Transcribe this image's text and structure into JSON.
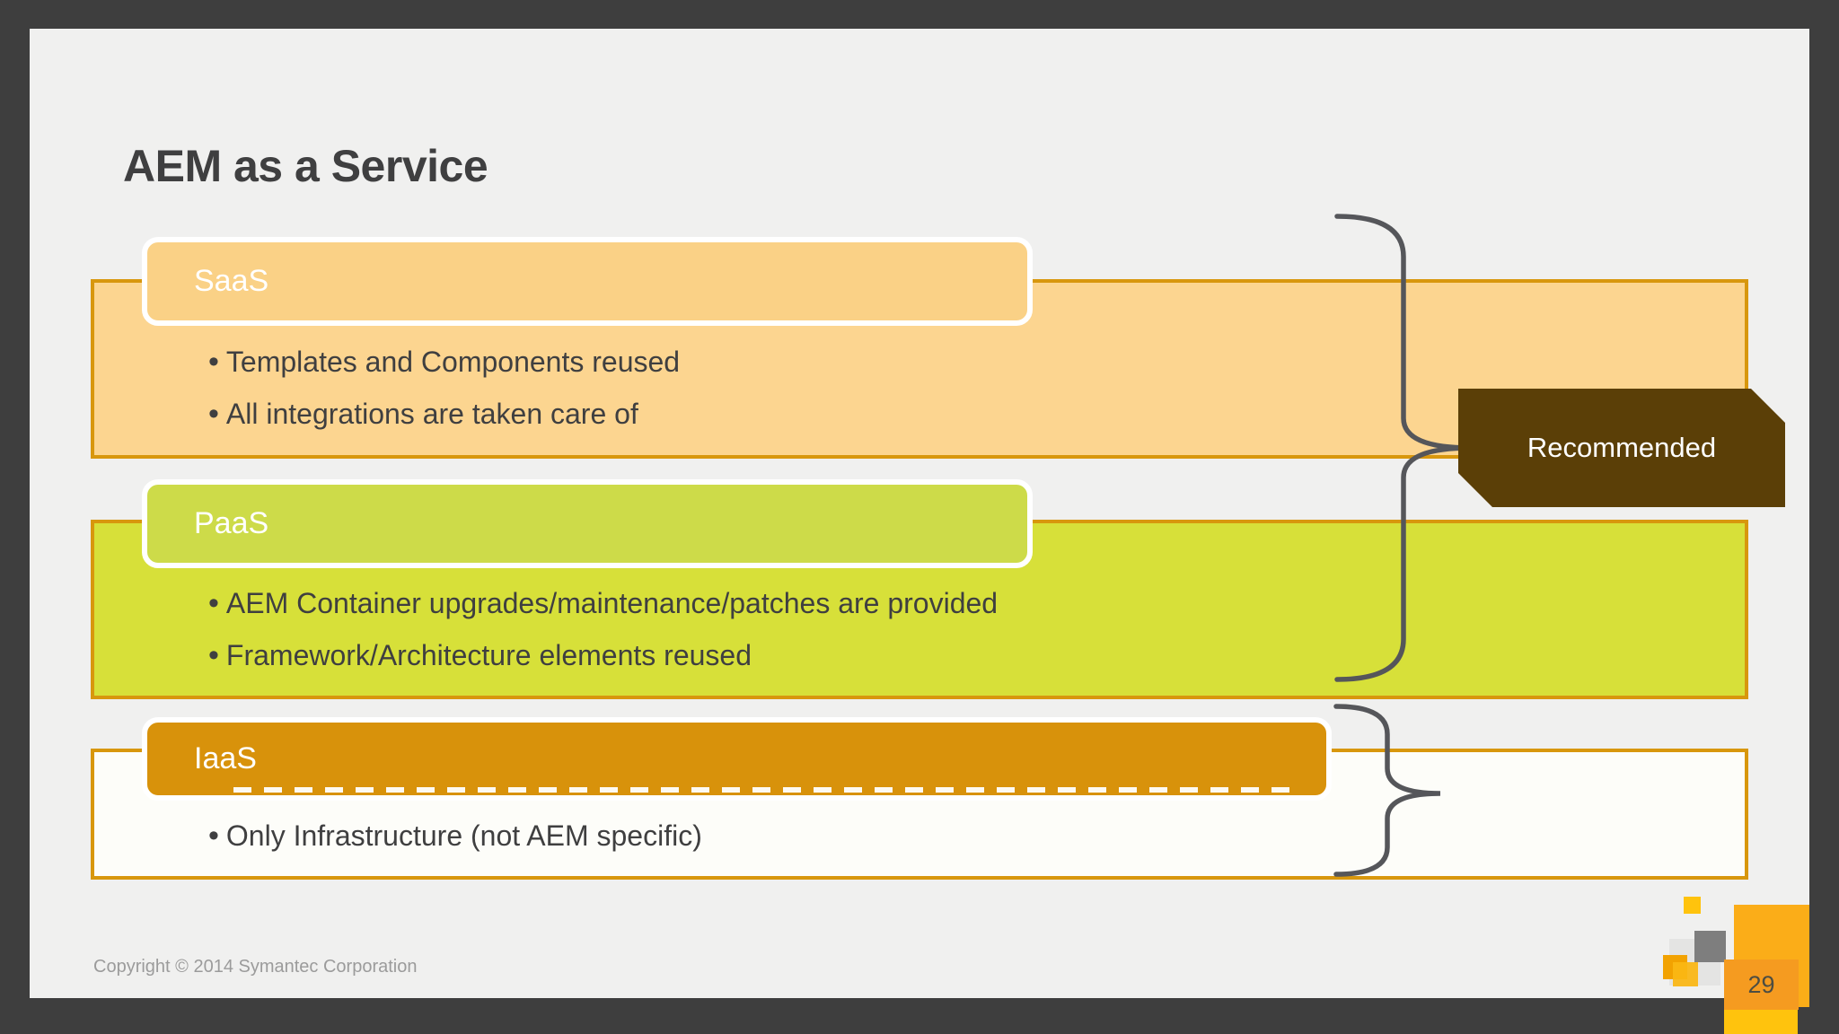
{
  "slide": {
    "title": "AEM as a Service",
    "sections": [
      {
        "id": "saas",
        "label": "SaaS",
        "bullets": [
          "Templates and Components reused",
          "All integrations are taken care of"
        ]
      },
      {
        "id": "paas",
        "label": "PaaS",
        "bullets": [
          "AEM Container upgrades/maintenance/patches are provided",
          "Framework/Architecture elements reused"
        ]
      },
      {
        "id": "iaas",
        "label": "IaaS",
        "bullets": [
          "Only Infrastructure (not AEM specific)"
        ]
      }
    ],
    "callout": {
      "label": "Recommended"
    },
    "footer": {
      "copyright": "Copyright © 2014 Symantec Corporation",
      "page_number": "29"
    },
    "bullet_glyph": "•",
    "colors": {
      "frame_dark": "#3E3E3E",
      "slide_bg": "#F0F0EF",
      "outline_orange": "#D8970D",
      "saas_header": "#FAD186",
      "saas_fill": "#FCD590",
      "paas_header": "#CDDB49",
      "paas_fill": "#D7E039",
      "iaas_header": "#D8920B",
      "iaas_fill": "#FDFDF9",
      "callout_brown": "#5B3F07",
      "brace_gray": "#55565A",
      "text_dark": "#3F3F40",
      "text_muted": "#9B9B9B",
      "decor_amber": "#FBAD18",
      "decor_orange": "#F59B20",
      "decor_yellow": "#FFC30D",
      "decor_small_orange": "#F2A201",
      "decor_small_yellow": "#FBB713",
      "decor_gray": "#7E7E7E",
      "decor_lightgray": "#E4E4E3"
    }
  }
}
